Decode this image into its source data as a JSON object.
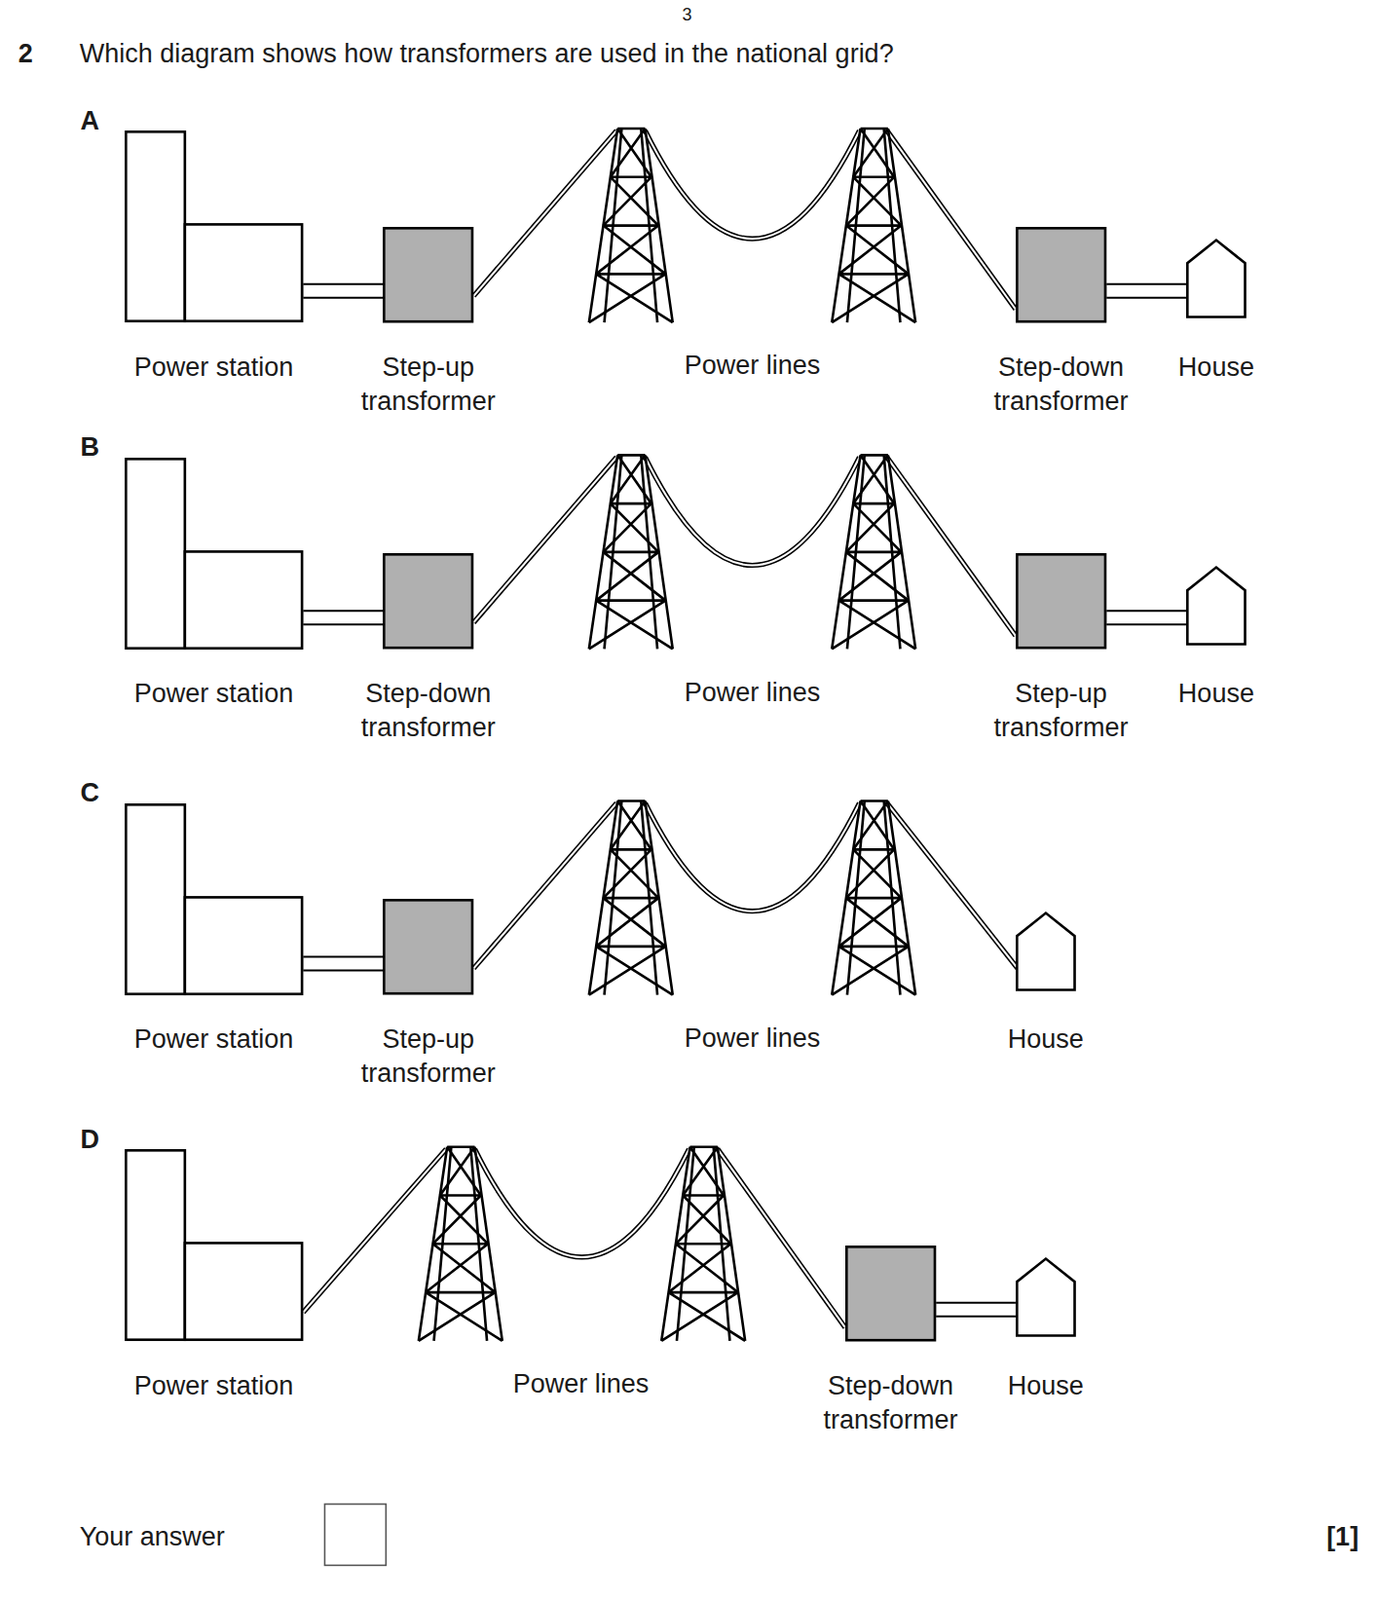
{
  "diagram": {
    "title": "Which diagram shows how transformers are used in the national grid?",
    "nodes": [
      {
        "text": [
          "Power station"
        ]
      },
      {
        "text": [
          "Step-up transformer"
        ]
      },
      {
        "text": [
          "Step-down transformer"
        ]
      },
      {
        "text": [
          "House"
        ]
      },
      {
        "text": [
          "Power station"
        ]
      },
      {
        "text": [
          "Step-down transformer"
        ]
      },
      {
        "text": [
          "Step-up transformer"
        ]
      },
      {
        "text": [
          "House"
        ]
      },
      {
        "text": [
          "Power station"
        ]
      },
      {
        "text": [
          "Step-up transformer"
        ]
      },
      {
        "text": [
          "House"
        ]
      },
      {
        "text": [
          "Power station"
        ]
      },
      {
        "text": [
          "Step-down transformer"
        ]
      },
      {
        "text": [
          "House"
        ]
      }
    ],
    "edges": [
      {
        "from": 0,
        "to": 1,
        "arrow": "none"
      },
      {
        "from": 2,
        "to": 3,
        "arrow": "none"
      },
      {
        "from": 4,
        "to": 5,
        "arrow": "none"
      },
      {
        "from": 6,
        "to": 7,
        "arrow": "none"
      },
      {
        "from": 8,
        "to": 9,
        "arrow": "none"
      },
      {
        "from": 12,
        "to": 13,
        "arrow": "none"
      }
    ],
    "labels": [
      "3",
      "2",
      "A",
      "Power lines",
      "B",
      "Power lines",
      "C",
      "Power lines",
      "D",
      "Power lines",
      "Your answer",
      "[1]"
    ]
  }
}
